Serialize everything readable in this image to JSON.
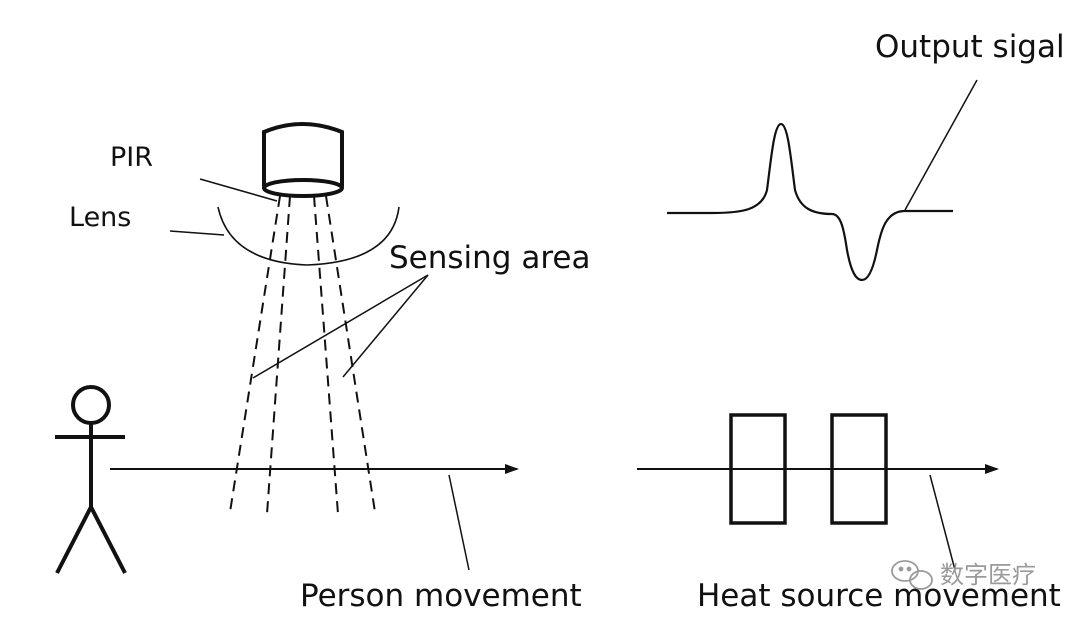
{
  "labels": {
    "pir": "PIR",
    "lens": "Lens",
    "sensing_area": "Sensing area",
    "output_signal": "Output sigal",
    "person_movement": "Person movement",
    "heat_source_movement": "Heat source movement"
  },
  "watermark": {
    "text": "数字医疗",
    "icon": "wechat-icon"
  },
  "colors": {
    "stroke": "#111111",
    "watermark": "#9a9a9a"
  }
}
